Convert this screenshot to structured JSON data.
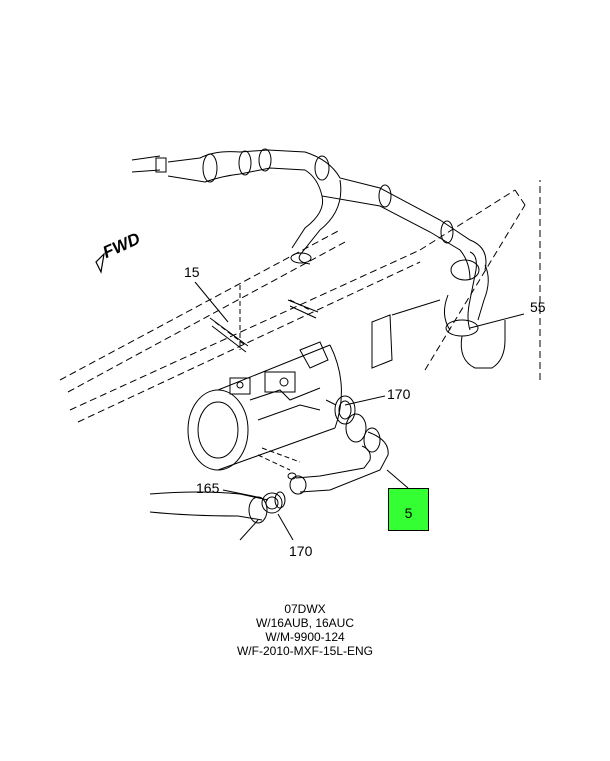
{
  "orientation": {
    "label": "FWD",
    "arrow_icon": "forward-arrow-icon"
  },
  "callouts": {
    "c15": "15",
    "c55": "55",
    "c170_upper": "170",
    "c165": "165",
    "c170_lower": "170",
    "c5": "5"
  },
  "highlight_color": "#33ff33",
  "notes": {
    "line1": "07DWX",
    "line2": "W/16AUB, 16AUC",
    "line3": "W/M-9900-124",
    "line4": "W/F-2010-MXF-15L-ENG"
  }
}
